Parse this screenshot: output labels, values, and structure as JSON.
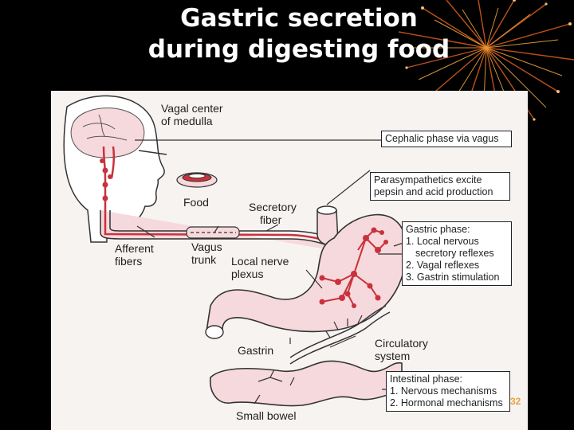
{
  "slide": {
    "title_line1": "Gastric secretion",
    "title_line2": "during digesting food",
    "page_number": "32",
    "background_color": "#000000",
    "accent_color": "#e8a23a"
  },
  "diagram": {
    "labels": {
      "vagal_center_1": "Vagal center",
      "vagal_center_2": "of medulla",
      "food": "Food",
      "secretory_fiber_1": "Secretory",
      "secretory_fiber_2": "fiber",
      "afferent_fibers_1": "Afferent",
      "afferent_fibers_2": "fibers",
      "vagus_trunk_1": "Vagus",
      "vagus_trunk_2": "trunk",
      "local_nerve_plexus_1": "Local nerve",
      "local_nerve_plexus_2": "plexus",
      "gastrin": "Gastrin",
      "circulatory_system_1": "Circulatory",
      "circulatory_system_2": "system",
      "small_bowel": "Small bowel"
    },
    "boxes": {
      "cephalic": "Cephalic phase via vagus",
      "parasympathetics_1": "Parasympathetics excite",
      "parasympathetics_2": "pepsin and acid production",
      "gastric_title": "Gastric phase:",
      "gastric_1": "1. Local nervous",
      "gastric_1b": "secretory reflexes",
      "gastric_2": "2. Vagal reflexes",
      "gastric_3": "3. Gastrin stimulation",
      "intestinal_title": "Intestinal phase:",
      "intestinal_1": "1. Nervous mechanisms",
      "intestinal_2": "2. Hormonal mechanisms"
    },
    "colors": {
      "nerve": "#c9323c",
      "tissue": "#f6d9dc",
      "outline": "#333333"
    },
    "icons": [
      "brain-icon",
      "head-profile-icon",
      "food-icon",
      "stomach-icon",
      "small-bowel-icon",
      "neuron-icon"
    ]
  }
}
